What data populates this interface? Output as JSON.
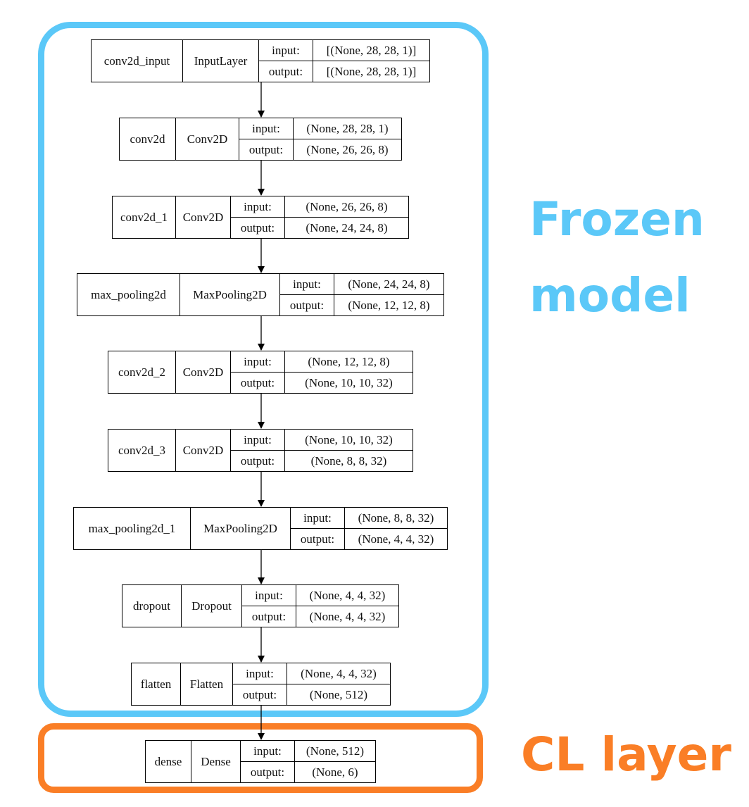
{
  "groups": {
    "frozen": {
      "line1": "Frozen",
      "line2": "model",
      "color": "#5bc8f8"
    },
    "cl": {
      "label": "CL layer",
      "color": "#fa7e26"
    }
  },
  "io_labels": {
    "input": "input:",
    "output": "output:"
  },
  "layers": [
    {
      "name": "conv2d_input",
      "type": "InputLayer",
      "input": "[(None, 28, 28, 1)]",
      "output": "[(None, 28, 28, 1)]"
    },
    {
      "name": "conv2d",
      "type": "Conv2D",
      "input": "(None, 28, 28, 1)",
      "output": "(None, 26, 26, 8)"
    },
    {
      "name": "conv2d_1",
      "type": "Conv2D",
      "input": "(None, 26, 26, 8)",
      "output": "(None, 24, 24, 8)"
    },
    {
      "name": "max_pooling2d",
      "type": "MaxPooling2D",
      "input": "(None, 24, 24, 8)",
      "output": "(None, 12, 12, 8)"
    },
    {
      "name": "conv2d_2",
      "type": "Conv2D",
      "input": "(None, 12, 12, 8)",
      "output": "(None, 10, 10, 32)"
    },
    {
      "name": "conv2d_3",
      "type": "Conv2D",
      "input": "(None, 10, 10, 32)",
      "output": "(None, 8, 8, 32)"
    },
    {
      "name": "max_pooling2d_1",
      "type": "MaxPooling2D",
      "input": "(None, 8, 8, 32)",
      "output": "(None, 4, 4, 32)"
    },
    {
      "name": "dropout",
      "type": "Dropout",
      "input": "(None, 4, 4, 32)",
      "output": "(None, 4, 4, 32)"
    },
    {
      "name": "flatten",
      "type": "Flatten",
      "input": "(None, 4, 4, 32)",
      "output": "(None, 512)"
    },
    {
      "name": "dense",
      "type": "Dense",
      "input": "(None, 512)",
      "output": "(None, 6)"
    }
  ]
}
